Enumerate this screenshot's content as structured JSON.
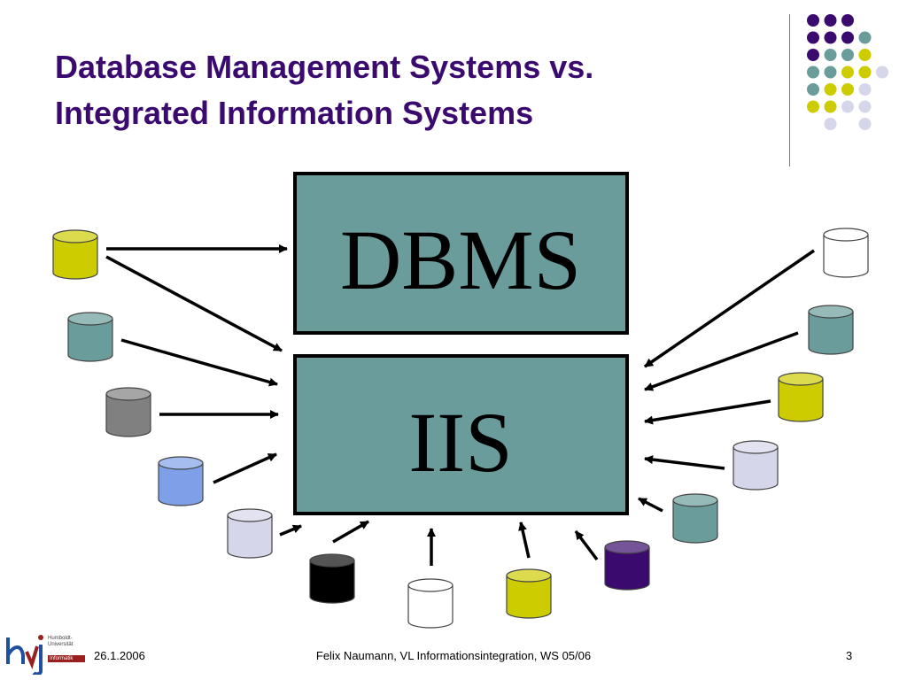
{
  "slide": {
    "title_lines": [
      "Database Management Systems vs.",
      "Integrated Information Systems"
    ]
  },
  "diagram": {
    "top_box_label": "DBMS",
    "bottom_box_label": "IIS",
    "box_fill": "#699c9a",
    "sources_left": [
      "yellow",
      "teal",
      "gray",
      "blue",
      "lavender",
      "black",
      "white",
      "yellow"
    ],
    "sources_right": [
      "white",
      "teal",
      "yellow",
      "lavender",
      "teal",
      "purple"
    ]
  },
  "footer": {
    "date": "26.1.2006",
    "center": "Felix Naumann, VL Informationsintegration, WS 05/06",
    "page": "3"
  },
  "logo": {
    "lines": [
      "Humboldt-",
      "Universität"
    ],
    "bar": "Informatik"
  },
  "colors": {
    "title": "#3a0a6e",
    "purple": "#3a0a6e",
    "teal": "#699c9a",
    "yellow": "#cccc00",
    "lavender": "#d6d6ea",
    "gray": "#808080",
    "blue": "#7fa0e8",
    "black": "#000000",
    "white": "#ffffff"
  }
}
